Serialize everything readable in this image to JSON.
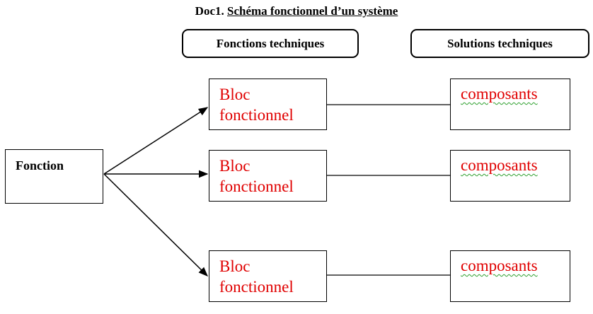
{
  "title": {
    "prefix": "Doc1.",
    "text": "Schéma fonctionnel d’un système"
  },
  "headers": {
    "technical_functions": "Fonctions techniques",
    "technical_solutions": "Solutions techniques"
  },
  "function_box": {
    "label": "Fonction"
  },
  "rows": [
    {
      "bloc_line1": "Bloc",
      "bloc_line2": "fonctionnel",
      "component": "composants"
    },
    {
      "bloc_line1": "Bloc",
      "bloc_line2": "fonctionnel",
      "component": "composants"
    },
    {
      "bloc_line1": "Bloc",
      "bloc_line2": "fonctionnel",
      "component": "composants"
    }
  ],
  "colors": {
    "bloc_text": "#e00000",
    "component_text": "#e00000",
    "spellcheck_underline": "#2ea02e"
  }
}
